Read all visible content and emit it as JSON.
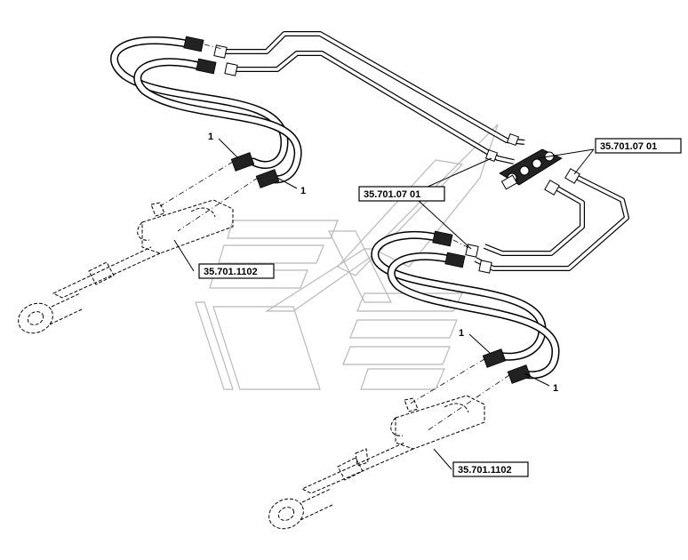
{
  "callouts": {
    "item_1_a": "1",
    "item_1_b": "1",
    "item_1_c": "1",
    "item_1_d": "1"
  },
  "references": {
    "valve_ref_right": "35.701.07 01",
    "valve_ref_left": "35.701.07 01",
    "cylinder_ref_upper": "35.701.1102",
    "cylinder_ref_lower": "35.701.1102"
  }
}
